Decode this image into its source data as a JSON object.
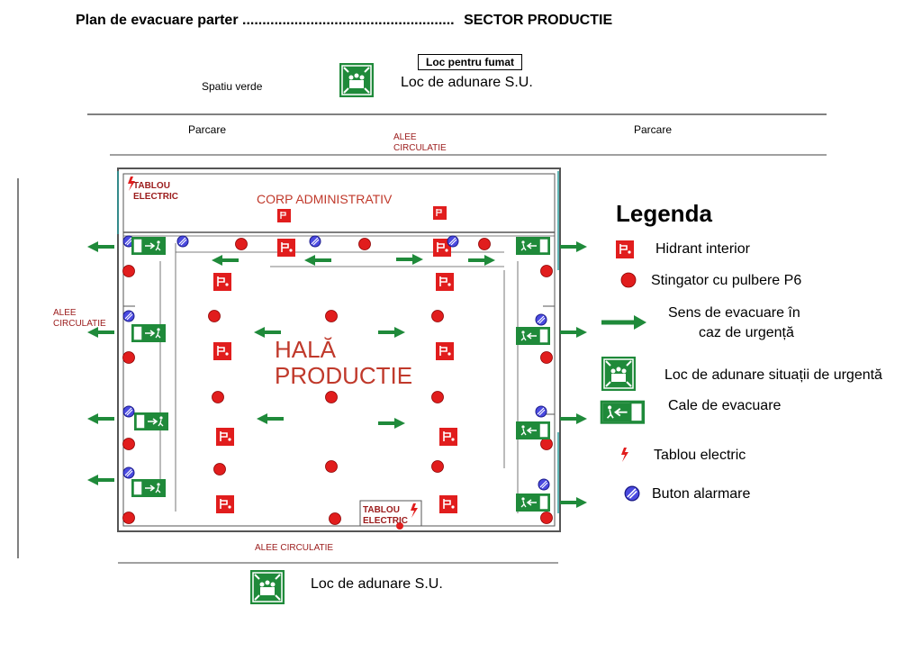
{
  "header": {
    "title": "Plan de evacuare parter",
    "dots": ".....................................................",
    "sector": "SECTOR PRODUCTIE"
  },
  "top": {
    "smoking_label": "Loc pentru fumat",
    "assembly_label": "Loc de adunare S.U.",
    "green_space": "Spatiu verde",
    "parking_left": "Parcare",
    "parking_right": "Parcare",
    "alley_top_1": "ALEE",
    "alley_top_2": "CIRCULATIE"
  },
  "plan": {
    "panel_label_1": "TABLOU",
    "panel_label_2": "ELECTRIC",
    "admin_label": "CORP ADMINISTRATIV",
    "hall_label_1": "HALĂ",
    "hall_label_2": "PRODUCTIE",
    "alley_left_1": "ALEE",
    "alley_left_2": "CIRCULATIE",
    "panel_bottom_1": "TABLOU",
    "panel_bottom_2": "ELECTRIC",
    "alley_bottom": "ALEE CIRCULATIE"
  },
  "bottom": {
    "assembly_label": "Loc de adunare S.U."
  },
  "legend": {
    "title": "Legenda",
    "items": [
      {
        "label": "Hidrant interior",
        "icon": "hydrant-icon"
      },
      {
        "label": "Stingator cu pulbere P6",
        "icon": "extinguisher-icon"
      },
      {
        "label": "Sens de evacuare în",
        "label2": "caz de urgență",
        "icon": "arrow-icon"
      },
      {
        "label": "Loc de adunare situații de urgentă",
        "icon": "assembly-point-icon"
      },
      {
        "label": "Cale de evacuare",
        "icon": "exit-sign-icon"
      },
      {
        "label": "Tablou electric",
        "icon": "lightning-icon"
      },
      {
        "label": "Buton alarmare",
        "icon": "alarm-button-icon"
      }
    ]
  },
  "colors": {
    "green": "#1f8a3a",
    "red": "#e11d1d",
    "blue": "#3b3bd6"
  }
}
